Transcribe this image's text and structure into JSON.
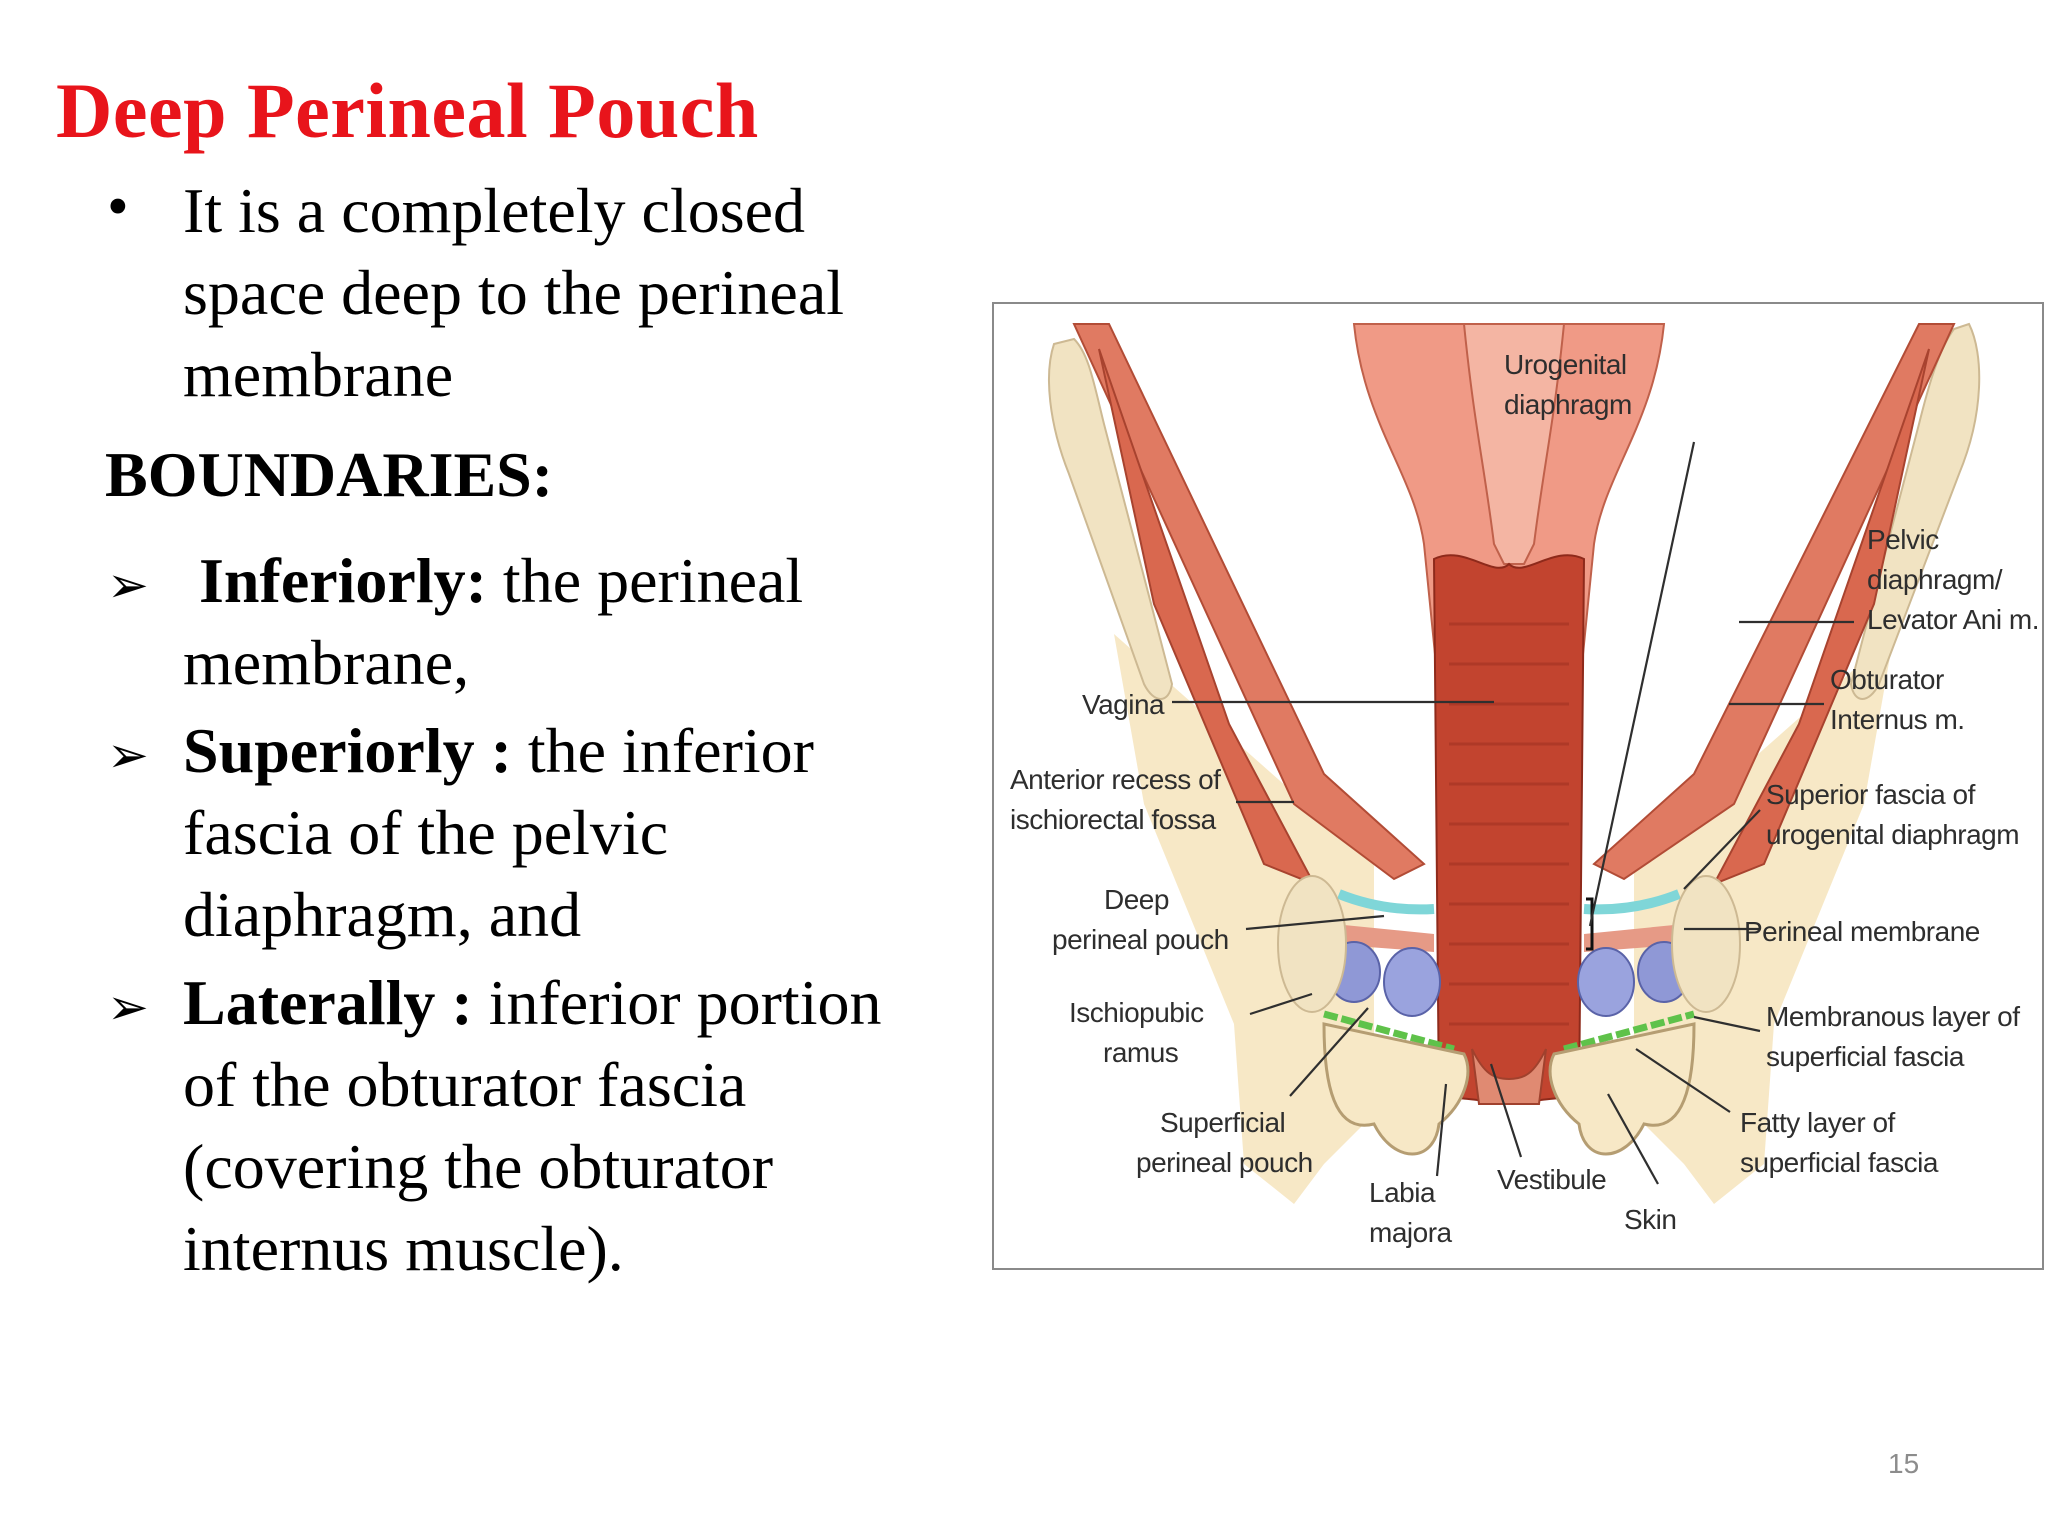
{
  "slide": {
    "title": "Deep Perineal Pouch",
    "page_number": "15"
  },
  "content": {
    "bullet": {
      "marker": "•",
      "lines": [
        "It is a completely closed",
        "space deep to the perineal",
        "membrane"
      ]
    },
    "heading": "BOUNDARIES:",
    "boundary_marker": "➢",
    "boundaries": [
      {
        "term": "Inferiorly:",
        "lines": [
          " the perineal",
          "membrane,"
        ]
      },
      {
        "term": "Superiorly :",
        "lines": [
          " the inferior",
          "fascia of the pelvic",
          "diaphragm, and"
        ]
      },
      {
        "term": "Laterally :",
        "lines": [
          " inferior portion",
          "of the obturator fascia",
          "(covering the obturator",
          "internus muscle)."
        ]
      }
    ]
  },
  "figure": {
    "labels": {
      "urogenital_diaphragm": [
        "Urogenital",
        "diaphragm"
      ],
      "pelvic_diaphragm": [
        "Pelvic",
        "diaphragm/",
        "Levator Ani m."
      ],
      "obturator_internus": [
        "Obturator",
        "Internus m."
      ],
      "vagina": [
        "Vagina"
      ],
      "anterior_recess": [
        "Anterior recess of",
        "ischiorectal fossa"
      ],
      "superior_fascia": [
        "Superior fascia of",
        "urogenital diaphragm"
      ],
      "deep_pouch": [
        "Deep",
        "perineal pouch"
      ],
      "perineal_membrane": [
        "Perineal membrane"
      ],
      "ischiopubic_ramus": [
        "Ischiopubic",
        "ramus"
      ],
      "membranous_layer": [
        "Membranous layer of",
        "superficial fascia"
      ],
      "superficial_pouch": [
        "Superficial",
        "perineal pouch"
      ],
      "fatty_layer": [
        "Fatty layer of",
        "superficial fascia"
      ],
      "labia_majora": [
        "Labia",
        "majora"
      ],
      "vestibule": [
        "Vestibule"
      ],
      "skin": [
        "Skin"
      ]
    }
  }
}
